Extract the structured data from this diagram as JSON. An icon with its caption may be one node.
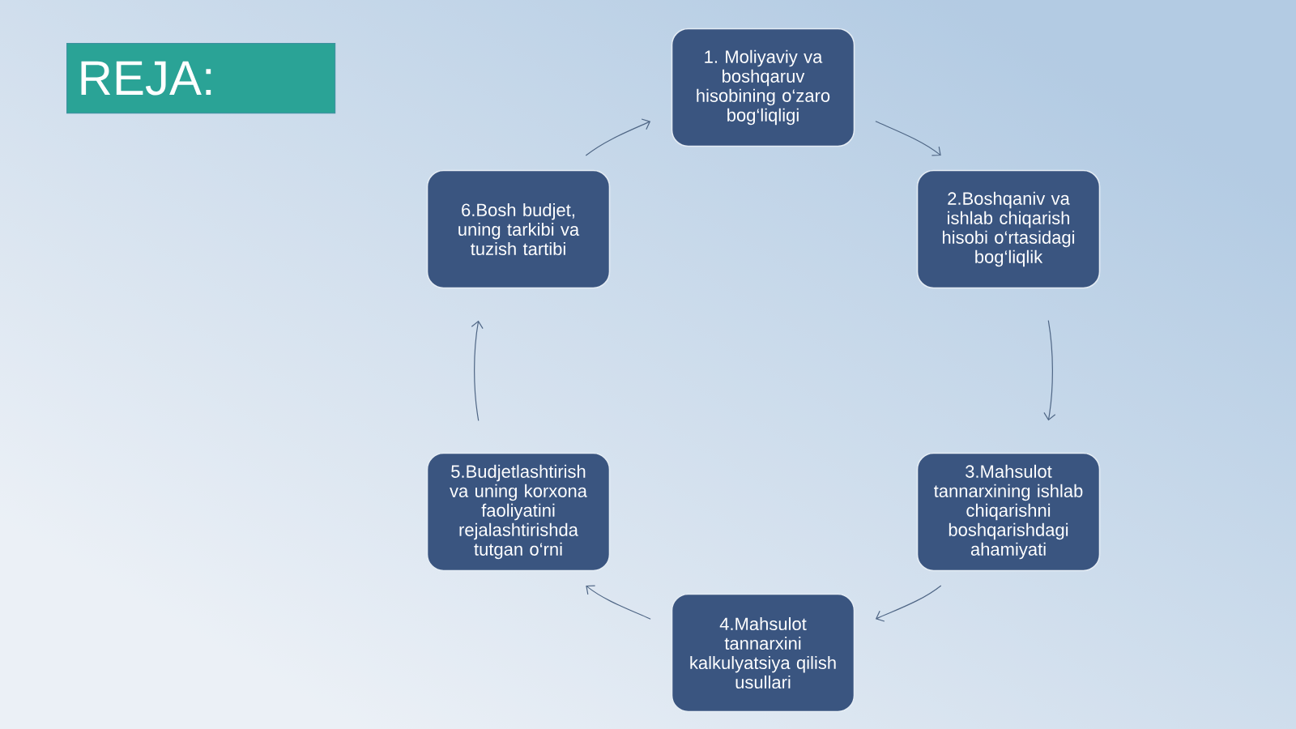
{
  "diagram": {
    "title": "REJA:",
    "nodes": [
      {
        "text": [
          "1. Moliyaviy va boshqaruv hisobining o‘zaro bog‘liqligi"
        ]
      },
      {
        "text": [
          "2.Boshqaniv va ishlab chiqarish hisobi o‘rtasidagi bog‘liqlik"
        ]
      },
      {
        "text": [
          "3.Mahsulot tannarxining ishlab chiqarishni boshqarishdagi ahamiyati"
        ]
      },
      {
        "text": [
          "4.Mahsulot tannarxini kalkulyatsiya qilish usullari"
        ]
      },
      {
        "text": [
          "5.Budjetlashtirish va uning korxona faoliyatini rejalashtirishda tutgan o‘rni"
        ]
      },
      {
        "text": [
          "6.Bosh budjet, uning tarkibi va tuzish tartibi"
        ]
      }
    ],
    "edges": [
      {
        "from": 0,
        "to": 1,
        "arrow": "to"
      },
      {
        "from": 1,
        "to": 2,
        "arrow": "to"
      },
      {
        "from": 2,
        "to": 3,
        "arrow": "to"
      },
      {
        "from": 3,
        "to": 4,
        "arrow": "to"
      },
      {
        "from": 4,
        "to": 5,
        "arrow": "to"
      },
      {
        "from": 5,
        "to": 0,
        "arrow": "to"
      }
    ]
  }
}
